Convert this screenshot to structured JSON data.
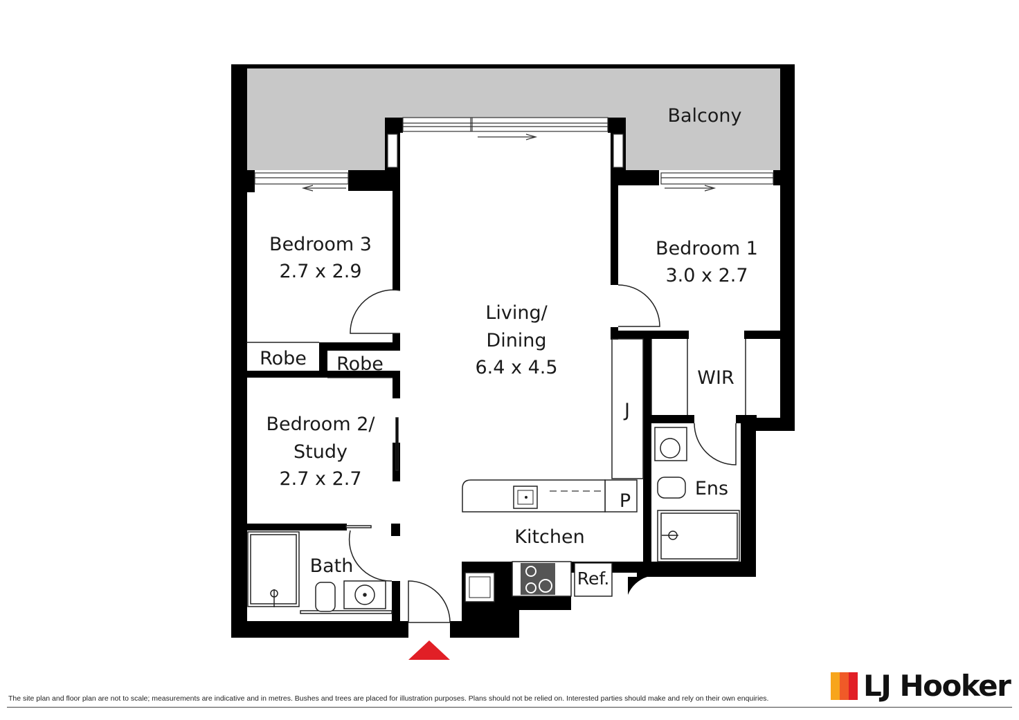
{
  "rooms": {
    "balcony": {
      "name": "Balcony"
    },
    "bedroom3": {
      "name": "Bedroom 3",
      "size": "2.7 x 2.9"
    },
    "bedroom1": {
      "name": "Bedroom 1",
      "size": "3.0 x 2.7"
    },
    "living": {
      "line1": "Living/",
      "line2": "Dining",
      "size": "6.4 x 4.5"
    },
    "robe_left": {
      "name": "Robe"
    },
    "robe_right": {
      "name": "Robe"
    },
    "bedroom2": {
      "line1": "Bedroom 2/",
      "line2": "Study",
      "size": "2.7 x 2.7"
    },
    "wir": {
      "name": "WIR"
    },
    "joinery": {
      "name": "J"
    },
    "ensuite": {
      "name": "Ens"
    },
    "pantry": {
      "name": "P"
    },
    "kitchen": {
      "name": "Kitchen"
    },
    "fridge": {
      "name": "Ref."
    },
    "bath": {
      "name": "Bath"
    }
  },
  "disclaimer": "The site plan and floor plan are not to scale; measurements are indicative and in metres. Bushes and trees are placed for illustration purposes. Plans should not be relied on. Interested parties should make and rely on their own enquiries.",
  "logo": {
    "text": "LJ Hooker",
    "bar_colors": [
      "#f7a51c",
      "#f05a28",
      "#e11f26"
    ]
  },
  "colors": {
    "wall": "#000000",
    "balcony_fill": "#c8c8c8",
    "entry_marker": "#e11f26"
  },
  "icons": [
    "entry-arrow-icon",
    "sink-icon",
    "cooktop-icon",
    "toilet-icon",
    "shower-icon",
    "basin-icon"
  ]
}
